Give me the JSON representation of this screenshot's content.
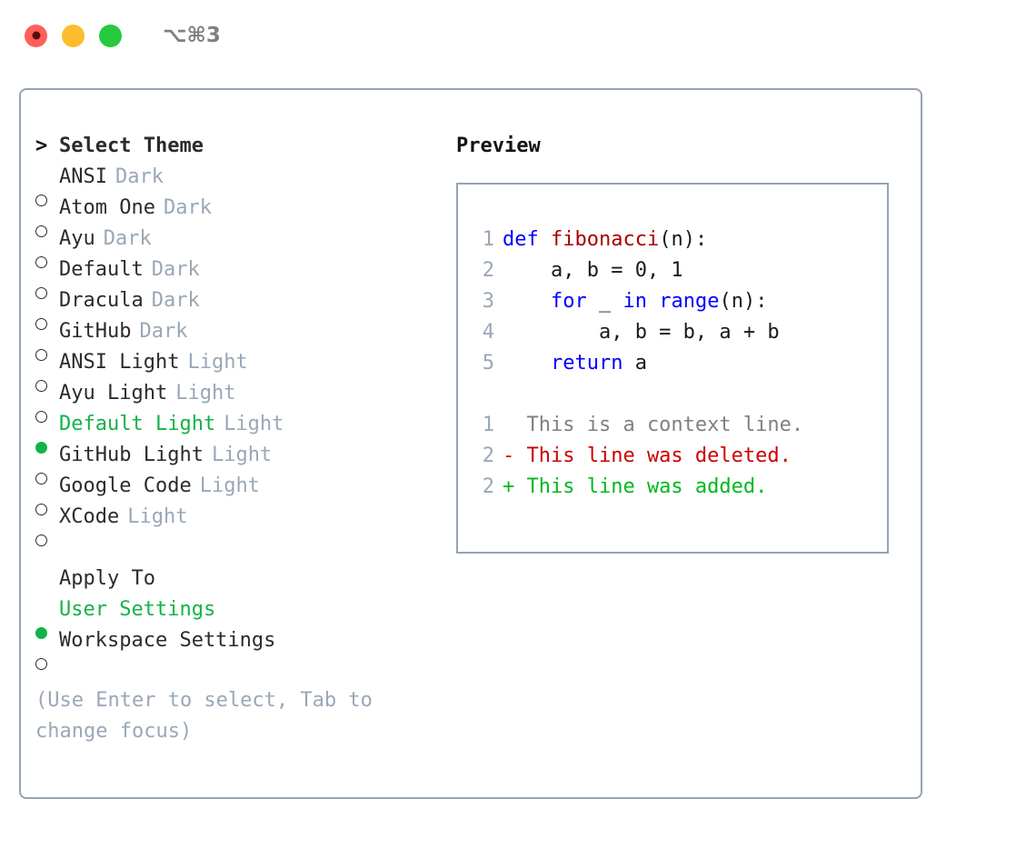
{
  "titlebar": {
    "shortcut": "⌥⌘3",
    "lights": [
      "close-red",
      "minimize-yellow",
      "maximize-green"
    ]
  },
  "theme_panel": {
    "header_caret": ">",
    "header_label": "Select Theme",
    "items": [
      {
        "label": "ANSI",
        "tag": "Dark",
        "selected": false
      },
      {
        "label": "Atom One",
        "tag": "Dark",
        "selected": false
      },
      {
        "label": "Ayu",
        "tag": "Dark",
        "selected": false
      },
      {
        "label": "Default",
        "tag": "Dark",
        "selected": false
      },
      {
        "label": "Dracula",
        "tag": "Dark",
        "selected": false
      },
      {
        "label": "GitHub",
        "tag": "Dark",
        "selected": false
      },
      {
        "label": "ANSI Light",
        "tag": "Light",
        "selected": false
      },
      {
        "label": "Ayu Light",
        "tag": "Light",
        "selected": false
      },
      {
        "label": "Default Light",
        "tag": "Light",
        "selected": true
      },
      {
        "label": "GitHub Light",
        "tag": "Light",
        "selected": false
      },
      {
        "label": "Google Code",
        "tag": "Light",
        "selected": false
      },
      {
        "label": "XCode",
        "tag": "Light",
        "selected": false
      }
    ]
  },
  "apply_to": {
    "header_label": "Apply To",
    "items": [
      {
        "label": "User Settings",
        "selected": true
      },
      {
        "label": "Workspace Settings",
        "selected": false
      }
    ]
  },
  "hint": "(Use Enter to select, Tab to change focus)",
  "preview": {
    "title": "Preview",
    "code_lines": [
      {
        "no": "1",
        "segments": [
          {
            "t": "def ",
            "c": "kw"
          },
          {
            "t": "fibonacci",
            "c": "fn"
          },
          {
            "t": "(n):",
            "c": "plain"
          }
        ]
      },
      {
        "no": "2",
        "segments": [
          {
            "t": "    a, b = 0, 1",
            "c": "plain"
          }
        ]
      },
      {
        "no": "3",
        "segments": [
          {
            "t": "    ",
            "c": "plain"
          },
          {
            "t": "for",
            "c": "kw"
          },
          {
            "t": " _ ",
            "c": "plain"
          },
          {
            "t": "in",
            "c": "kw"
          },
          {
            "t": " ",
            "c": "plain"
          },
          {
            "t": "range",
            "c": "kw"
          },
          {
            "t": "(n):",
            "c": "plain"
          }
        ]
      },
      {
        "no": "4",
        "segments": [
          {
            "t": "        a, b = b, a + b",
            "c": "plain"
          }
        ]
      },
      {
        "no": "5",
        "segments": [
          {
            "t": "    ",
            "c": "plain"
          },
          {
            "t": "return",
            "c": "kw"
          },
          {
            "t": " a",
            "c": "plain"
          }
        ]
      }
    ],
    "diff_lines": [
      {
        "no": "1",
        "segments": [
          {
            "t": "  This is a context line.",
            "c": "ctx"
          }
        ]
      },
      {
        "no": "2",
        "segments": [
          {
            "t": "- This line was deleted.",
            "c": "del"
          }
        ]
      },
      {
        "no": "2",
        "segments": [
          {
            "t": "+ This line was added.",
            "c": "add"
          }
        ]
      }
    ]
  },
  "colors": {
    "accent_green": "#12b346",
    "muted": "#9aa7b8",
    "border": "#95a3b3",
    "keyword_blue": "#0000ff",
    "function_red": "#aa0000",
    "diff_add": "#00b81d",
    "diff_del": "#cc0000"
  }
}
